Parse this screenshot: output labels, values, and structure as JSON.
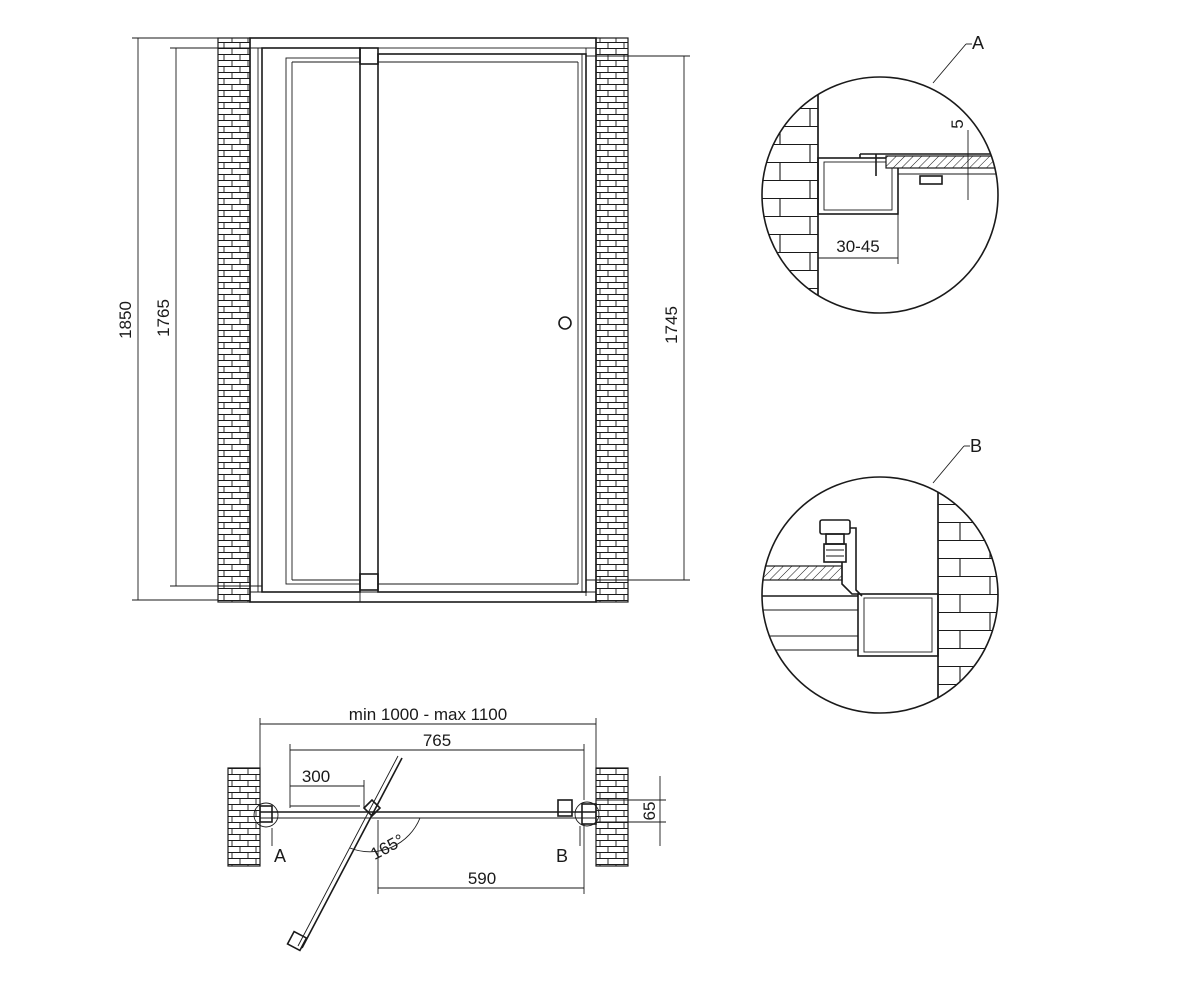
{
  "front_view": {
    "dim_total_height": "1850",
    "dim_panel_height": "1765",
    "dim_door_height": "1745"
  },
  "detail_a": {
    "label": "A",
    "dim_gap": "5",
    "dim_adjust": "30-45"
  },
  "detail_b": {
    "label": "B"
  },
  "plan_view": {
    "dim_range": "min 1000 - max 1100",
    "dim_765": "765",
    "dim_300": "300",
    "dim_590": "590",
    "dim_65": "65",
    "angle": "165°",
    "label_a": "A",
    "label_b": "B"
  }
}
